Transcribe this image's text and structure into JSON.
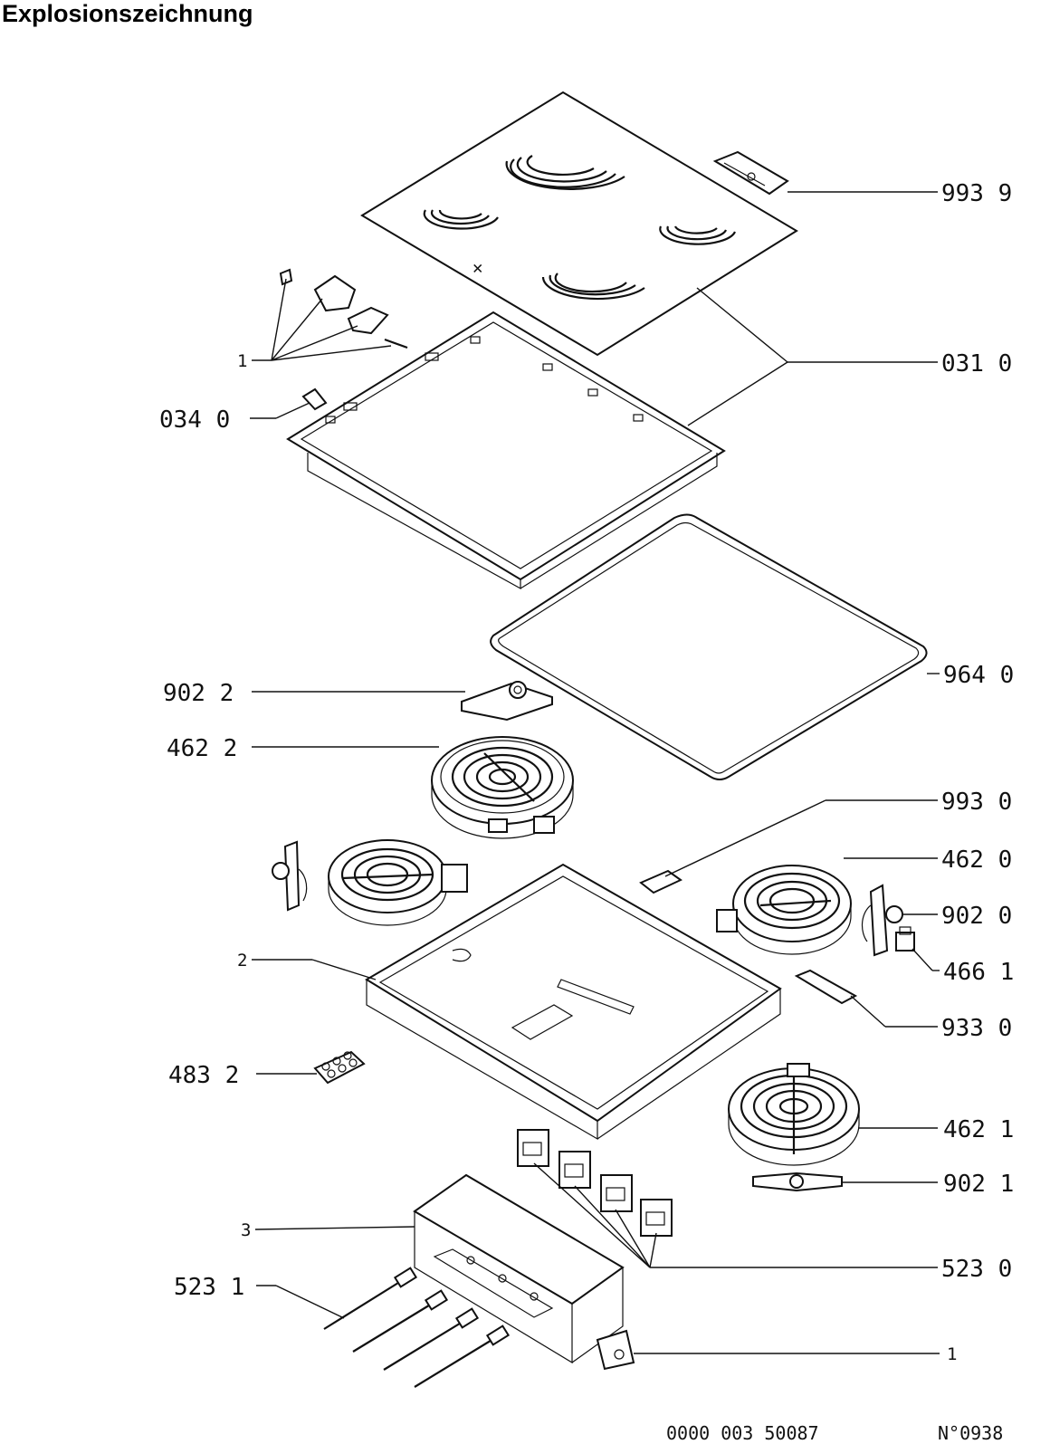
{
  "title": "Explosionszeichnung",
  "callouts": {
    "c9939": "993 9",
    "c0310": "031 0",
    "c1a": "1",
    "c0340": "034 0",
    "c9640": "964 0",
    "c9022": "902 2",
    "c4622": "462 2",
    "c9930": "993 0",
    "c4620": "462 0",
    "c9020": "902 0",
    "c4661": "466 1",
    "c2": "2",
    "c9330": "933 0",
    "c4832": "483 2",
    "c4621": "462 1",
    "c9021": "902 1",
    "c3": "3",
    "c5230": "523 0",
    "c5231": "523 1",
    "c1b": "1"
  },
  "footer": {
    "code": "0000 003 50087",
    "number": "N°0938"
  }
}
